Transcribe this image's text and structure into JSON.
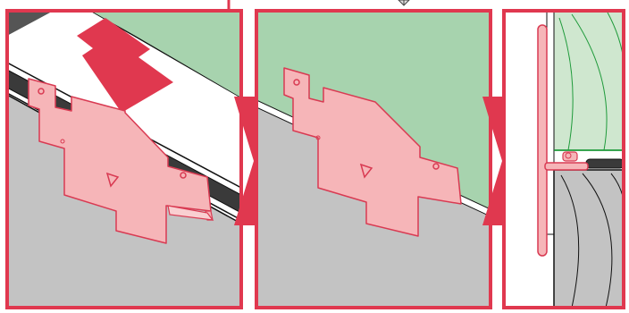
{
  "colors": {
    "frame": "#e0384f",
    "clip_fill": "#f6b5b8",
    "clip_edge": "#d93a52",
    "green_panel": "#a7d3ae",
    "green_light": "#cfe7cf",
    "grey_surface": "#c3c3c3",
    "dark_strip": "#3a3a3a",
    "outline": "#111111"
  },
  "panels": [
    {
      "id": "panel-1",
      "description_icon": "down-arrow-icon"
    },
    {
      "id": "panel-2",
      "description_icon": "clip-placed"
    },
    {
      "id": "panel-3",
      "description_icon": "cross-section"
    }
  ],
  "icons": {
    "step_arrow": "chevron-right-icon",
    "push_arrow": "down-arrow-icon",
    "clip_marker": "triangle-down-icon",
    "orientation_cube": "cube-icon"
  }
}
